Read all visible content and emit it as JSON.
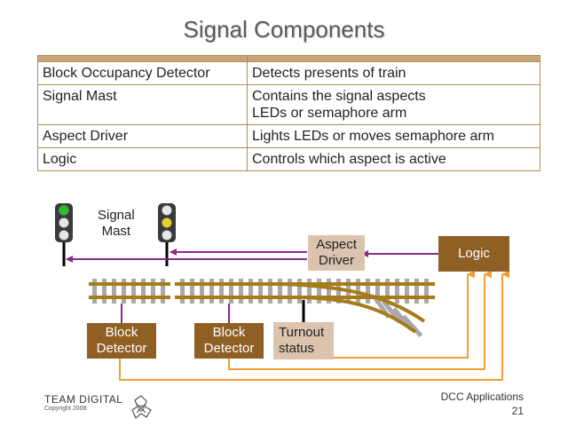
{
  "title": "Signal Components",
  "table": {
    "rows": [
      {
        "component": "Block Occupancy Detector",
        "description": [
          "Detects presents of train"
        ]
      },
      {
        "component": "Signal Mast",
        "description": [
          "Contains the signal aspects",
          "LEDs or semaphore arm"
        ]
      },
      {
        "component": "Aspect Driver",
        "description": [
          "Lights LEDs or moves semaphore arm"
        ]
      },
      {
        "component": "Logic",
        "description": [
          "Controls which aspect is active"
        ]
      }
    ]
  },
  "diagram": {
    "signal_mast_label": [
      "Signal",
      "Mast"
    ],
    "aspect_driver": [
      "Aspect",
      "Driver"
    ],
    "logic": "Logic",
    "block_detector_1": [
      "Block",
      "Detector"
    ],
    "block_detector_2": [
      "Block",
      "Detector"
    ],
    "turnout_status": [
      "Turnout",
      "status"
    ],
    "signal_left_aspect": "green",
    "signal_right_aspect": "yellow"
  },
  "footer": {
    "brand": "TEAM DIGITAL",
    "copyright": "Copyright 2008",
    "course": "DCC Applications",
    "page": "21"
  },
  "colors": {
    "dark_box": "#8f5f24",
    "light_box": "#dcc3ad",
    "arrow_purple": "#8a2a8a",
    "wire_orange": "#f0a030",
    "rail": "#a67c1a",
    "tie": "#a9a9a9"
  }
}
